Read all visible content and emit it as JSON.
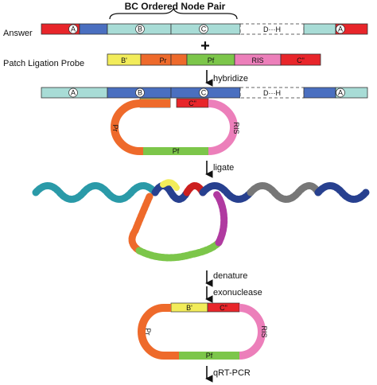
{
  "header": {
    "title": "BC Ordered Node Pair"
  },
  "rows": {
    "answer_label": "Answer",
    "plus": "+",
    "probe_label": "Patch Ligation Probe"
  },
  "nodes": {
    "a": "A",
    "b": "B",
    "c": "C",
    "dh": "D···H"
  },
  "probe": {
    "b_prime": "B'",
    "pr": "Pr",
    "pf": "Pf",
    "ris": "RIS",
    "c_dprime": "C\""
  },
  "steps": {
    "hybridize": "hybridize",
    "ligate": "ligate",
    "denature": "denature",
    "exonuclease": "exonuclease",
    "qrt_pcr": "qRT-PCR"
  },
  "colors": {
    "red": "#e8252a",
    "blue": "#4a6fc0",
    "light_blue": "#a8dcd6",
    "yellow": "#f2ec5a",
    "orange": "#ee6a2b",
    "green": "#7cc64a",
    "pink": "#ec7fba",
    "dark_red": "#cc1f1f",
    "gray": "#777777",
    "teal": "#2a9aa8",
    "navy": "#27408f",
    "magenta": "#b03aa0"
  },
  "icons": {
    "arrow": "down-arrow-icon",
    "helix": "dna-helix-illustration"
  }
}
